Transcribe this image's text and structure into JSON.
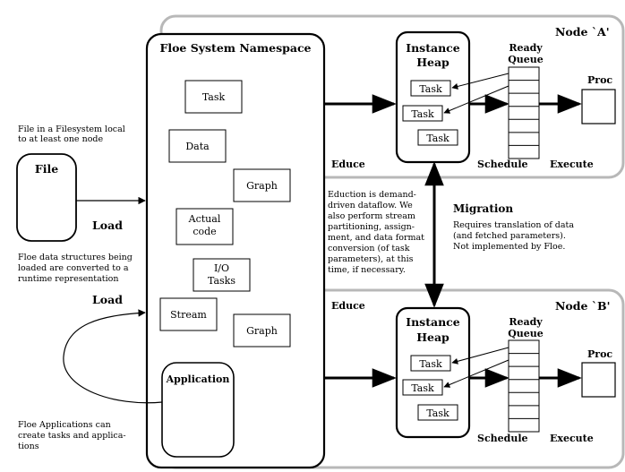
{
  "file_note": [
    "File in a Filesystem local",
    "to at least one node"
  ],
  "file_label": "File",
  "load_top": "Load",
  "load_note": [
    "Floe data structures being",
    "loaded are converted to a",
    "runtime representation"
  ],
  "load_bottom": "Load",
  "apps_note": [
    "Floe  Applications  can",
    "create tasks and applica-",
    "tions"
  ],
  "namespace": {
    "title": "Floe System Namespace",
    "items": {
      "task": "Task",
      "data": "Data",
      "graph1": "Graph",
      "actual_code": [
        "Actual",
        "code"
      ],
      "io_tasks": [
        "I/O",
        "Tasks"
      ],
      "stream": "Stream",
      "graph2": "Graph"
    },
    "application": "Application"
  },
  "educe_note": [
    "Eduction is demand-",
    "driven dataflow.   We",
    "also perform   stream",
    "partitioning,     assign-",
    "ment, and data format",
    "conversion  (of  task",
    "parameters),  at  this",
    "time, if necessary."
  ],
  "migration": {
    "title": "Migration",
    "note": [
      "Requires translation of data",
      "(and    fetched    parameters).",
      "Not implemented by Floe."
    ]
  },
  "node_a": {
    "label": "Node `A'",
    "heap_title": [
      "Instance",
      "Heap"
    ],
    "tasks": [
      "Task",
      "Task",
      "Task"
    ],
    "queue_label": [
      "Ready",
      "Queue"
    ],
    "proc": "Proc",
    "educe": "Educe",
    "schedule": "Schedule",
    "execute": "Execute"
  },
  "node_b": {
    "label": "Node `B'",
    "heap_title": [
      "Instance",
      "Heap"
    ],
    "tasks": [
      "Task",
      "Task",
      "Task"
    ],
    "queue_label": [
      "Ready",
      "Queue"
    ],
    "proc": "Proc",
    "educe": "Educe",
    "schedule": "Schedule",
    "execute": "Execute"
  }
}
